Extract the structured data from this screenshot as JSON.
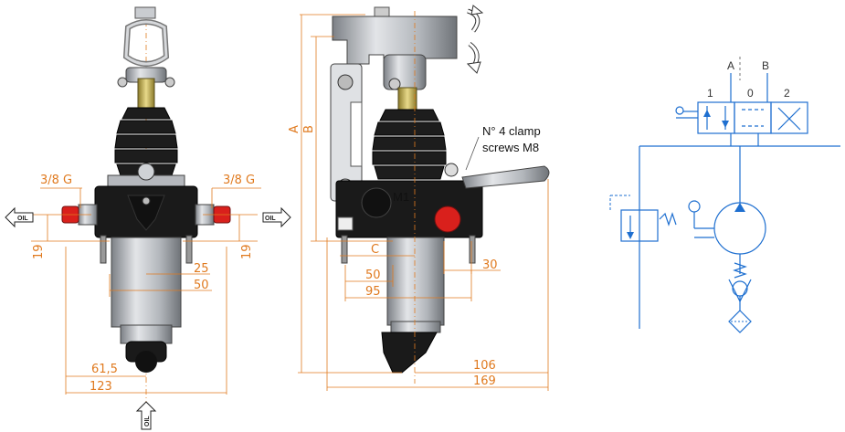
{
  "front_view": {
    "port_left": "3/8 G",
    "port_right": "3/8 G",
    "dim_left_19": "19",
    "dim_right_19": "19",
    "dim_25": "25",
    "dim_50": "50",
    "dim_61_5": "61,5",
    "dim_123": "123",
    "oil_left": "OIL",
    "oil_right": "OIL",
    "oil_bottom": "OIL"
  },
  "side_view": {
    "dim_A": "A",
    "dim_B": "B",
    "dim_C": "C",
    "dim_30": "30",
    "dim_50": "50",
    "dim_95": "95",
    "dim_106": "106",
    "dim_169": "169",
    "note_line1": "N° 4 clamp",
    "note_line2": "screws M8",
    "block_label": "M1"
  },
  "schematic": {
    "port_A": "A",
    "port_B": "B",
    "pos_1": "1",
    "pos_0": "0",
    "pos_2": "2"
  },
  "colors": {
    "dimension": "#e07a1f",
    "schematic": "#1e6fd0",
    "rubber": "#1d1d1d",
    "steel": "#b9bcc0",
    "plug": "#d9201c"
  }
}
